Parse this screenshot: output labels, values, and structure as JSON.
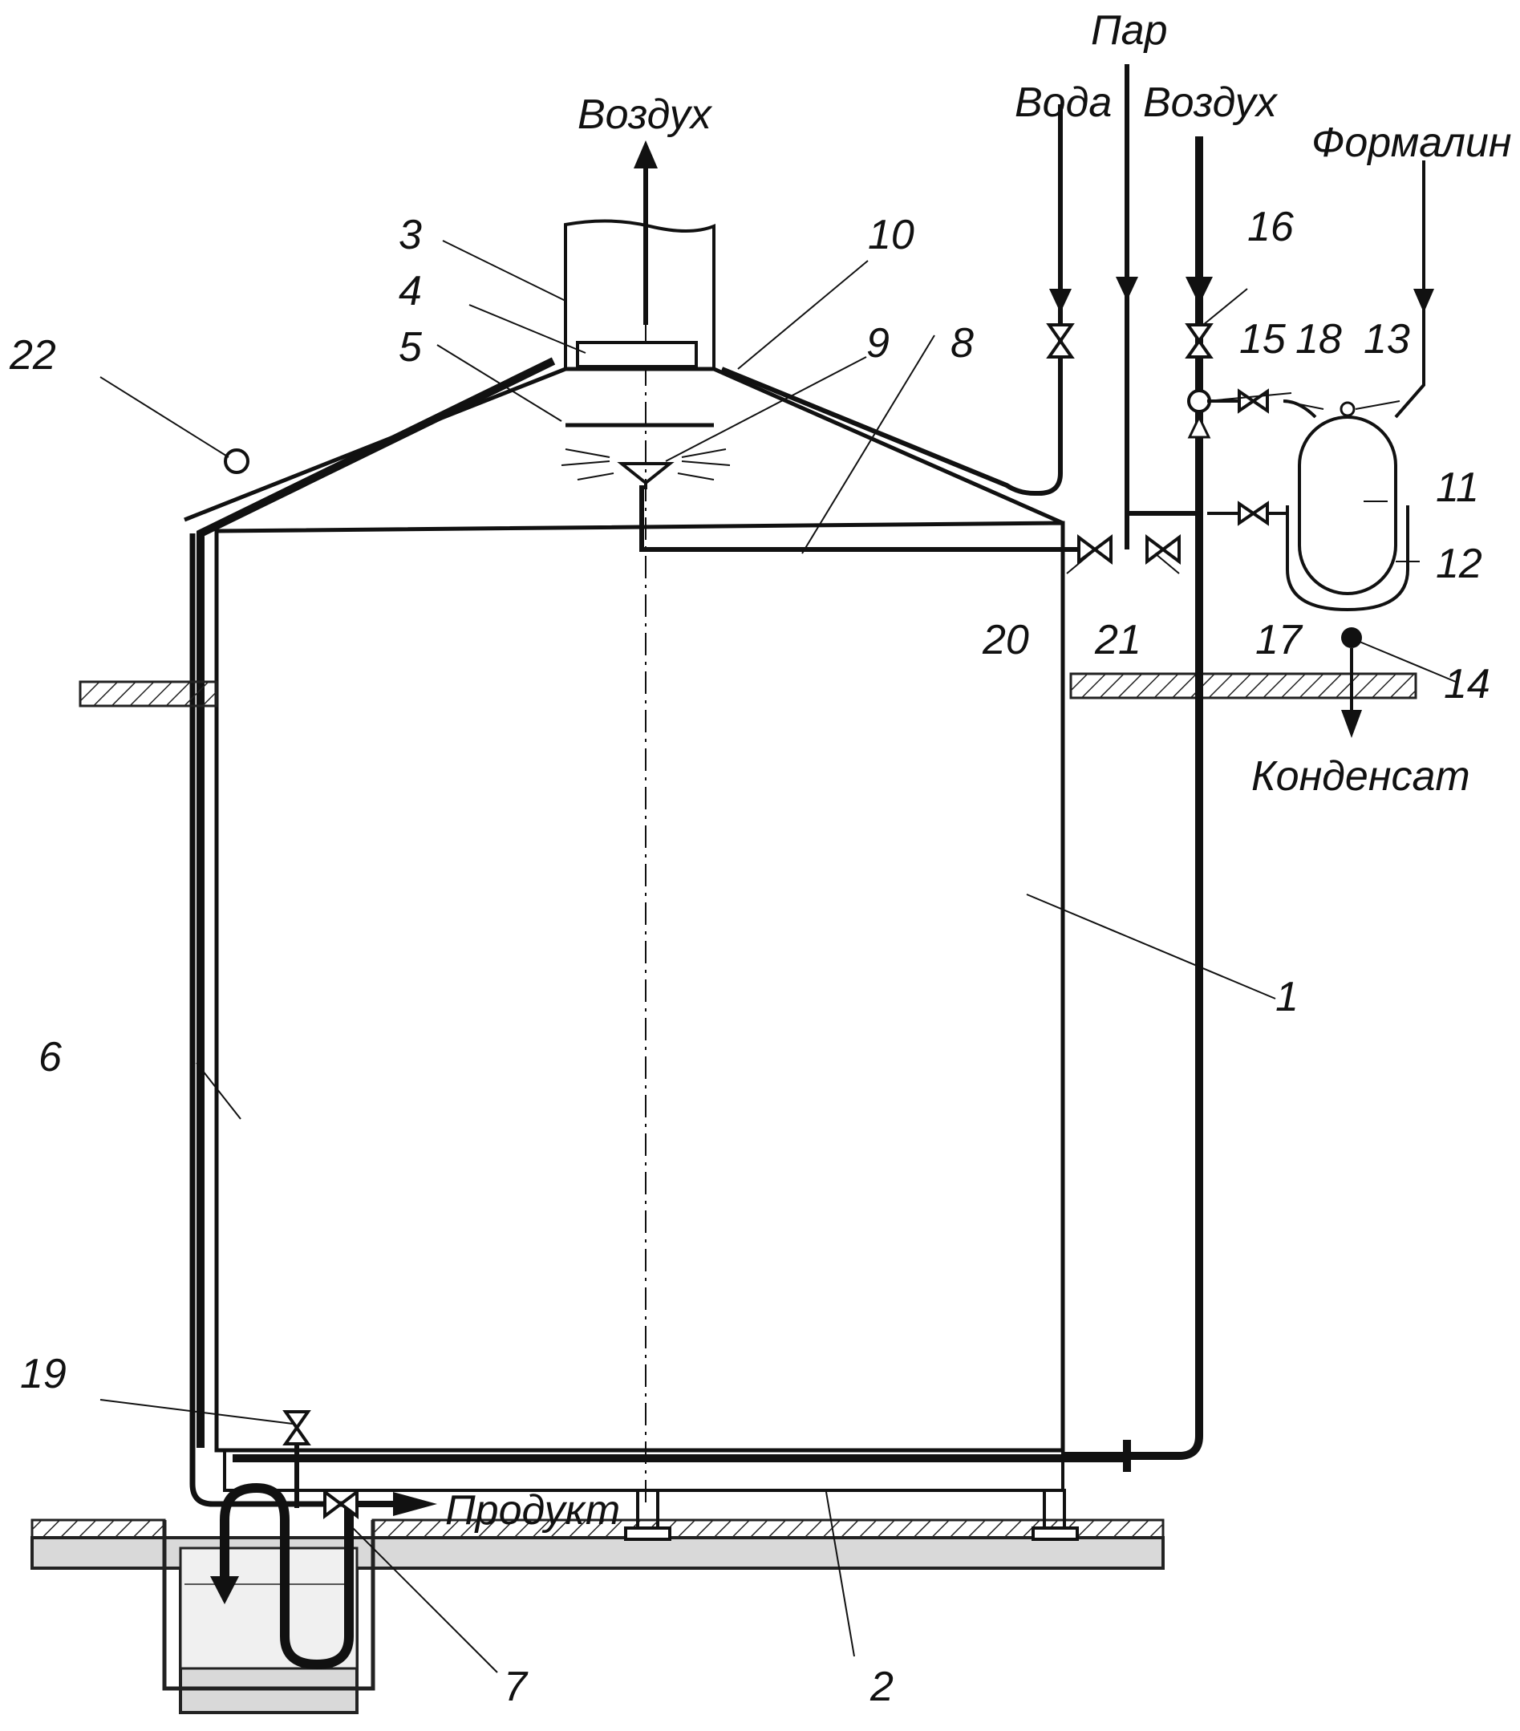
{
  "labels": {
    "air_top": "Воздух",
    "steam": "Пар",
    "water": "Вода",
    "air_right": "Воздух",
    "formalin": "Формалин",
    "condensate": "Конденсат",
    "product": "Продукт"
  },
  "numbers": {
    "n1": "1",
    "n2": "2",
    "n3": "3",
    "n4": "4",
    "n5": "5",
    "n6": "6",
    "n7": "7",
    "n8": "8",
    "n9": "9",
    "n10": "10",
    "n11": "11",
    "n12": "12",
    "n13": "13",
    "n14": "14",
    "n15": "15",
    "n16": "16",
    "n17": "17",
    "n18": "18",
    "n19": "19",
    "n20": "20",
    "n21": "21",
    "n22": "22"
  }
}
